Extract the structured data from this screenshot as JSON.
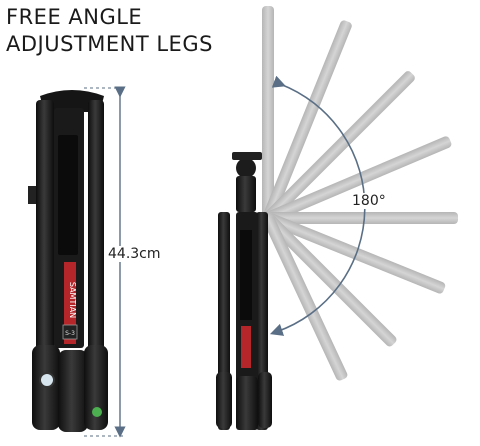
{
  "headline": {
    "line1": "FREE ANGLE",
    "line2": "ADJUSTMENT LEGS"
  },
  "measurements": {
    "height_label": "44.3cm",
    "angle_label": "180°"
  },
  "product": {
    "brand_text": "SAMTIAN",
    "model_badge": "S-3"
  },
  "colors": {
    "tripod_dark": "#1c1c1c",
    "accent_red": "#b5262a",
    "ghost_leg": "#8f8f8f",
    "arrow": "#5a6f86"
  },
  "icons": [
    "double-arrow-dimension-icon",
    "arc-arrow-icon",
    "bubble-level-icon",
    "ball-head-icon"
  ]
}
